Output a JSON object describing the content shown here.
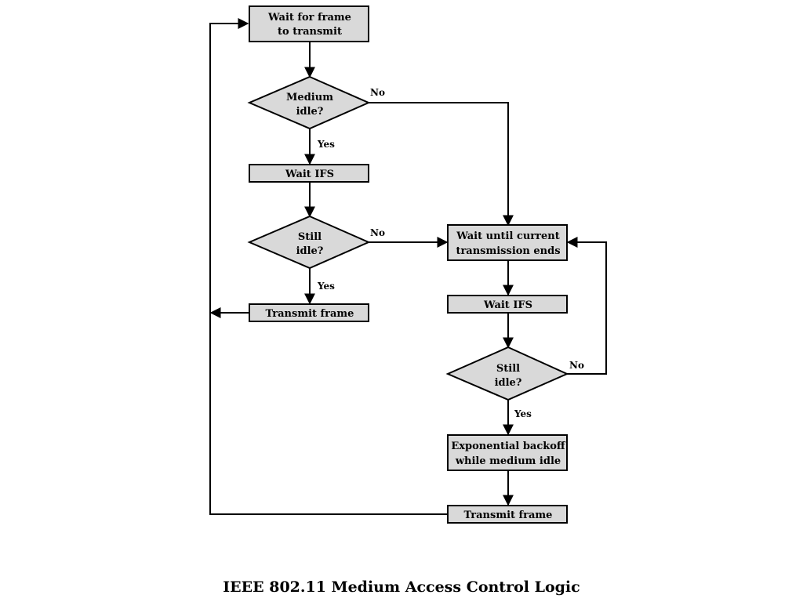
{
  "title": "IEEE 802.11 Medium Access Control Logic",
  "nodes": {
    "wait_for_frame": [
      "Wait for frame",
      "to transmit"
    ],
    "medium_idle": [
      "Medium",
      "idle?"
    ],
    "wait_ifs_left": [
      "Wait IFS"
    ],
    "still_idle_left": [
      "Still",
      "idle?"
    ],
    "transmit_frame_left": [
      "Transmit frame"
    ],
    "wait_until_current": [
      "Wait until current",
      "transmission ends"
    ],
    "wait_ifs_right": [
      "Wait IFS"
    ],
    "still_idle_right": [
      "Still",
      "idle?"
    ],
    "exponential_backoff": [
      "Exponential backoff",
      "while medium idle"
    ],
    "transmit_frame_right": [
      "Transmit frame"
    ]
  },
  "edge_labels": {
    "medium_idle_no": "No",
    "medium_idle_yes": "Yes",
    "still_idle_left_no": "No",
    "still_idle_left_yes": "Yes",
    "still_idle_right_no": "No",
    "still_idle_right_yes": "Yes"
  }
}
